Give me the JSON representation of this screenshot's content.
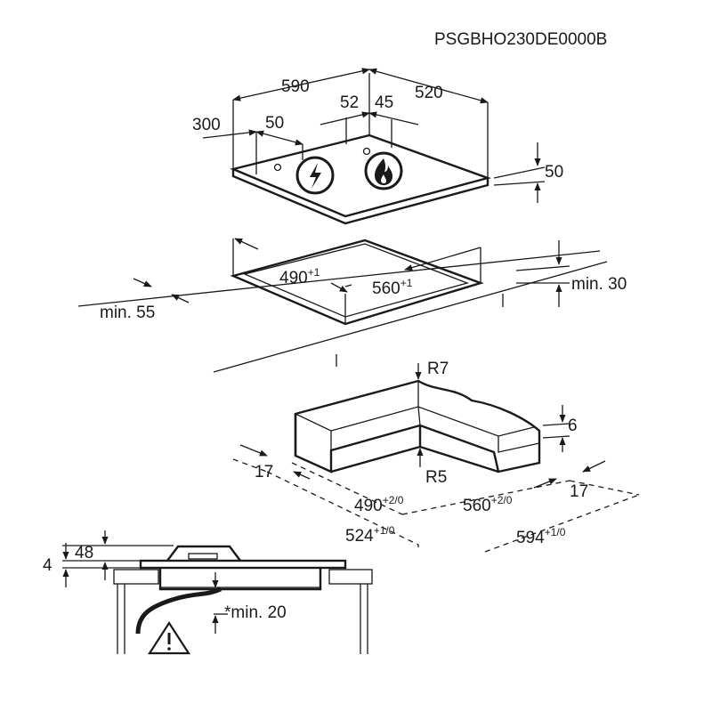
{
  "model_code": "PSGBHO230DE0000B",
  "hob": {
    "dim_width": "590",
    "dim_depth": "520",
    "dim_offset_left": "300",
    "dim_offset_inner": "50",
    "dim_a": "52",
    "dim_b": "45",
    "dim_height": "50",
    "icons": [
      "lightning-icon",
      "flame-icon"
    ]
  },
  "cutout": {
    "dim_width": "490",
    "dim_width_tol": "+1",
    "dim_depth": "560",
    "dim_depth_tol": "+1",
    "min_front": "min. 55",
    "min_back": "min. 30"
  },
  "corner": {
    "r_top": "R7",
    "r_bottom": "R5",
    "step": "6",
    "side_left": "17",
    "side_right": "17",
    "inner_w": "490",
    "inner_w_tol": "+2/0",
    "inner_d": "560",
    "inner_d_tol": "+2/0",
    "outer_w": "524",
    "outer_w_tol": "+1/0",
    "outer_d": "594",
    "outer_d_tol": "+1/0"
  },
  "section": {
    "dim_48": "48",
    "dim_4": "4",
    "min_20": "*min. 20",
    "warning_icon": "warning-triangle-icon"
  }
}
